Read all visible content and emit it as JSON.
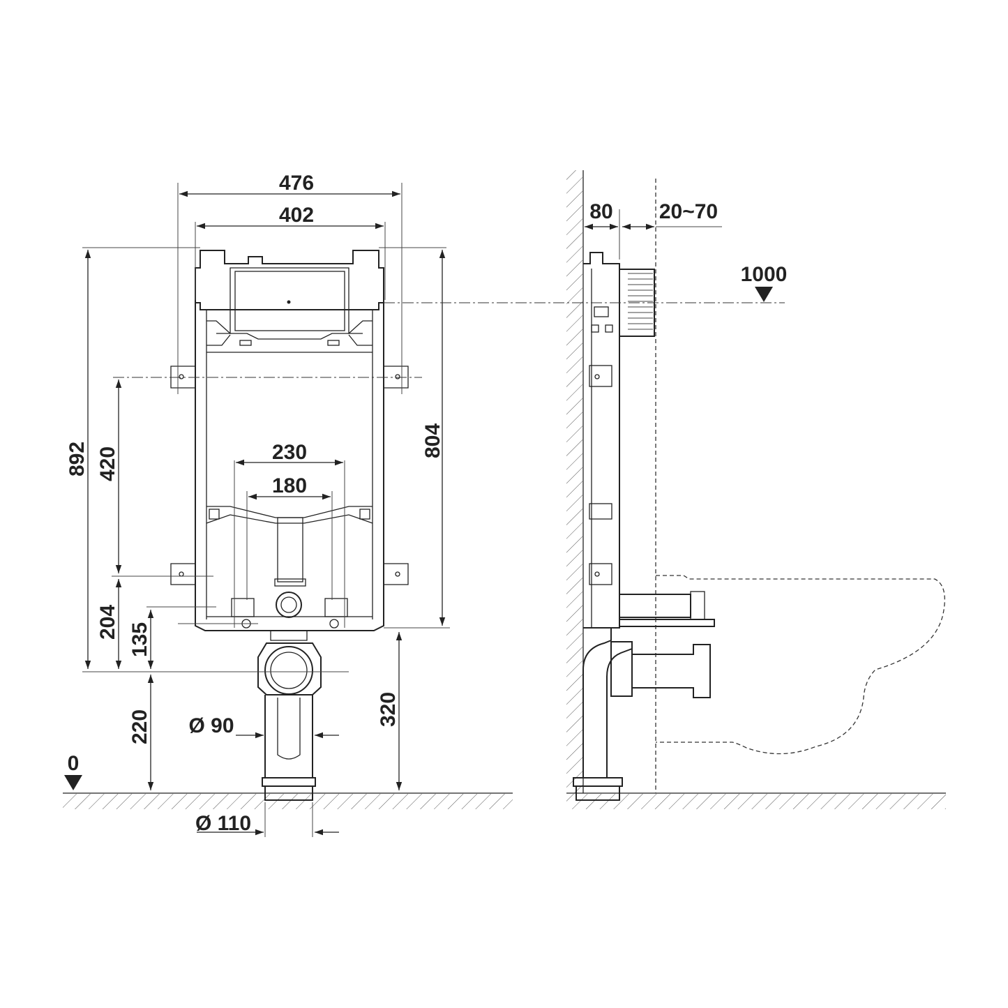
{
  "front_view": {
    "width_overall": "476",
    "width_frame": "402",
    "height_overall": "892",
    "height_frame": "804",
    "fixing_spacing": "420",
    "lower_fixing_height": "204",
    "base_height": "135",
    "outlet_height": "220",
    "outlet_height_total": "320",
    "bolt_spacing": "230",
    "pipe_spacing": "180",
    "flush_pipe_diameter": "Ø 90",
    "outlet_diameter": "Ø 110",
    "floor_level": "0"
  },
  "side_view": {
    "frame_depth": "80",
    "wall_gap": "20~70",
    "flush_height": "1000"
  }
}
